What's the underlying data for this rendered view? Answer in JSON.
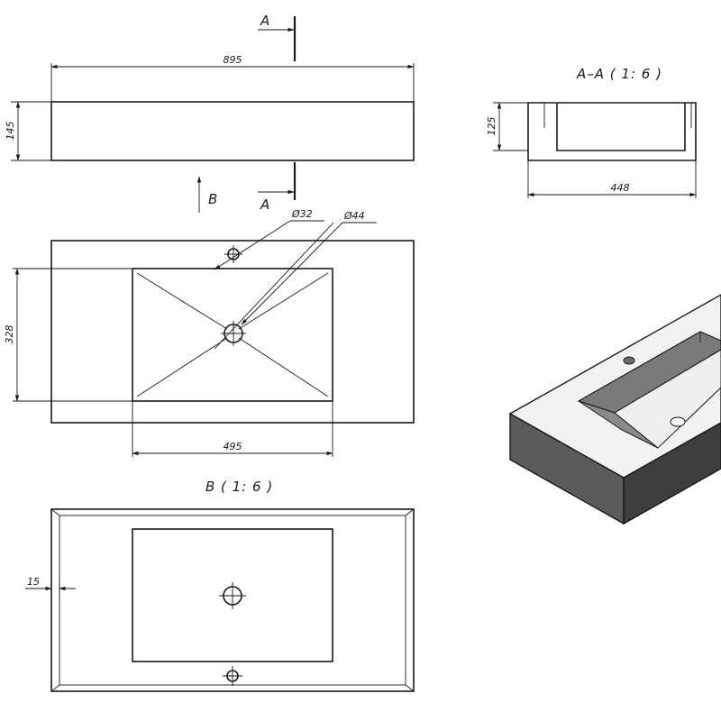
{
  "dimensions": {
    "width_top": "895",
    "height_front": "145",
    "bowl_depth": "328",
    "bowl_width": "495",
    "section_height": "125",
    "section_width": "448",
    "hole_small": "Ø32",
    "hole_large": "Ø44",
    "chamfer": "15"
  },
  "labels": {
    "section_mark": "A",
    "view_arrow": "B",
    "section_title": "A–A ( 1: 6 )",
    "view_title": "B ( 1: 6 )"
  },
  "colors": {
    "line": "#1a1a1a",
    "iso_top": "#f2f2f2",
    "iso_front": "#5b5b5b",
    "iso_side": "#3e3e3e",
    "iso_bowl_wall": "#7a7a7a",
    "iso_bowl_floor": "#efefef"
  }
}
